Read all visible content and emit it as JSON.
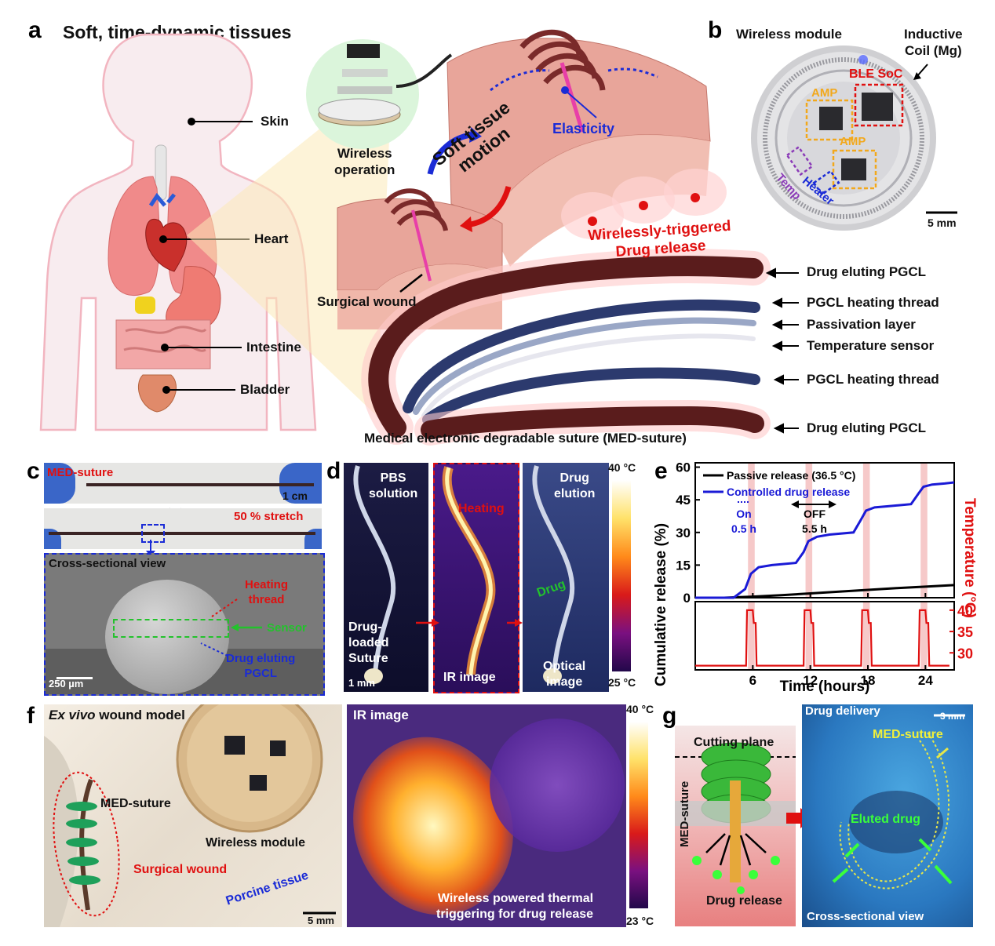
{
  "panel_a": {
    "label": "a",
    "title": "Soft, time-dynamic tissues",
    "organs": [
      "Skin",
      "Heart",
      "Intestine",
      "Bladder"
    ],
    "wireless_op": [
      "Wireless",
      "operation"
    ],
    "elasticity": "Elasticity",
    "motion": [
      "Soft tissue",
      "motion"
    ],
    "wound": "Surgical wound",
    "release": [
      "Wirelessly-triggered",
      "Drug release"
    ],
    "layers": [
      "Drug eluting PGCL",
      "PGCL heating thread",
      "Passivation layer",
      "Temperature sensor",
      "PGCL heating thread",
      "Drug eluting PGCL"
    ],
    "caption": "Medical electronic degradable suture (MED-suture)"
  },
  "panel_b": {
    "label": "b",
    "wireless_module": "Wireless module",
    "coil": [
      "Inductive",
      "Coil (Mg)"
    ],
    "ble": "BLE SoC",
    "amp1": "AMP",
    "amp2": "AMP",
    "temp": "Temp",
    "heater": "Heater",
    "scale": "5 mm"
  },
  "panel_c": {
    "label": "c",
    "med": "MED-suture",
    "scale1": "1 cm",
    "stretch": "50 % stretch",
    "cross": "Cross-sectional view",
    "heating": [
      "Heating",
      "thread"
    ],
    "sensor": "Sensor",
    "drug": [
      "Drug eluting",
      "PGCL"
    ],
    "scale2": "250 µm"
  },
  "panel_d": {
    "label": "d",
    "pbs": [
      "PBS",
      "solution"
    ],
    "loaded": [
      "Drug-",
      "loaded",
      "Suture"
    ],
    "scale": "1 mm",
    "heating": "Heating",
    "ir": "IR image",
    "elution": [
      "Drug",
      "elution"
    ],
    "drug": "Drug",
    "optical": [
      "Optical",
      "image"
    ],
    "cmax": "40 °C",
    "cmin": "25 °C"
  },
  "panel_e": {
    "label": "e",
    "ylabel": "Cumulative release (%)",
    "ylabel2": "Temperature (°C)",
    "xlabel": "Time (hours)",
    "legend": [
      "Passive release (36.5 °C)",
      "Controlled drug release"
    ],
    "on": [
      "On",
      "0.5 h"
    ],
    "off": [
      "OFF",
      "5.5 h"
    ]
  },
  "panel_f": {
    "label": "f",
    "title_italic": "Ex vivo",
    "title_rest": " wound model",
    "med": "MED-suture",
    "module": "Wireless module",
    "wound": "Surgical wound",
    "tissue": "Porcine tissue",
    "scale": "5 mm",
    "ir": "IR image",
    "trigger": [
      "Wireless powered thermal",
      "triggering for drug release"
    ],
    "cmax": "40 °C",
    "cmin": "23 °C"
  },
  "panel_g": {
    "label": "g",
    "cutting": "Cutting plane",
    "med_vertical": "MED-suture",
    "release": "Drug release",
    "delivery": "Drug delivery",
    "scale": "3 mm",
    "med": "MED-suture",
    "eluted": "Eluted drug",
    "cross": "Cross-sectional view"
  },
  "chart_data": {
    "type": "line",
    "xlabel": "Time (hours)",
    "xlim": [
      0,
      27
    ],
    "xticks": [
      6,
      12,
      18,
      24
    ],
    "top": {
      "ylabel": "Cumulative release (%)",
      "ylim": [
        0,
        62
      ],
      "yticks": [
        0,
        15,
        30,
        45,
        60
      ],
      "series": [
        {
          "name": "Passive release (36.5 °C)",
          "color": "#000000",
          "x": [
            0,
            3,
            6,
            9,
            12,
            15,
            18,
            21,
            24,
            27
          ],
          "y": [
            0,
            0,
            0.5,
            1.2,
            2,
            2.8,
            3.6,
            4.4,
            5.1,
            5.8
          ]
        },
        {
          "name": "Controlled drug release",
          "color": "#1a1ad6",
          "x": [
            0,
            4,
            5.2,
            5.8,
            6.6,
            8,
            10.5,
            11.3,
            11.8,
            12.7,
            14,
            16.5,
            17.3,
            17.8,
            18.7,
            20,
            22.5,
            23.3,
            23.8,
            24.7,
            26,
            27
          ],
          "y": [
            0,
            0,
            4,
            11,
            14,
            15,
            16,
            21,
            26,
            28,
            29,
            30,
            36,
            40,
            41.5,
            42,
            43,
            48,
            51,
            52,
            52.5,
            53
          ]
        }
      ],
      "highlight_windows": [
        [
          5.5,
          6.2
        ],
        [
          11.5,
          12.2
        ],
        [
          17.5,
          18.2
        ],
        [
          23.5,
          24.2
        ]
      ]
    },
    "bottom": {
      "ylabel": "Temperature (°C)",
      "ylim": [
        26,
        42
      ],
      "yticks": [
        30,
        35,
        40
      ],
      "series": [
        {
          "name": "Temperature",
          "color": "#e01010",
          "x": [
            0,
            5.3,
            5.4,
            6.0,
            6.1,
            6.3,
            6.4,
            11.3,
            11.4,
            12.0,
            12.1,
            12.3,
            12.4,
            17.3,
            17.4,
            18.0,
            18.1,
            18.3,
            18.4,
            23.3,
            23.4,
            24.0,
            24.1,
            24.3,
            24.4,
            26.5
          ],
          "y": [
            27,
            27,
            40,
            40,
            37,
            37,
            27,
            27,
            40,
            40,
            37,
            37,
            27,
            27,
            40,
            40,
            37,
            37,
            27,
            27,
            40,
            40,
            37,
            37,
            27,
            27
          ]
        }
      ]
    },
    "colors": {
      "controlled": "#1a1ad6",
      "passive": "#000000",
      "temperature": "#e01010",
      "window": "#f6c9c9"
    }
  }
}
